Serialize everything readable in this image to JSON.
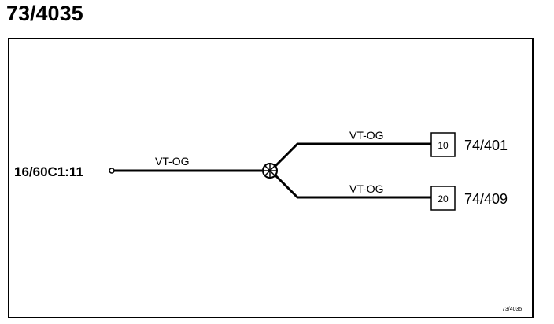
{
  "title": "73/4035",
  "source_connector": {
    "label": "16/60C1:11"
  },
  "wires": {
    "trunk": {
      "color_code": "VT-OG"
    },
    "branch_top": {
      "color_code": "VT-OG"
    },
    "branch_bottom": {
      "color_code": "VT-OG"
    }
  },
  "destinations": [
    {
      "pin": "10",
      "label": "74/401"
    },
    {
      "pin": "20",
      "label": "74/409"
    }
  ],
  "figure_ref": "73/4035",
  "colors": {
    "line": "#000000",
    "background": "#ffffff"
  }
}
